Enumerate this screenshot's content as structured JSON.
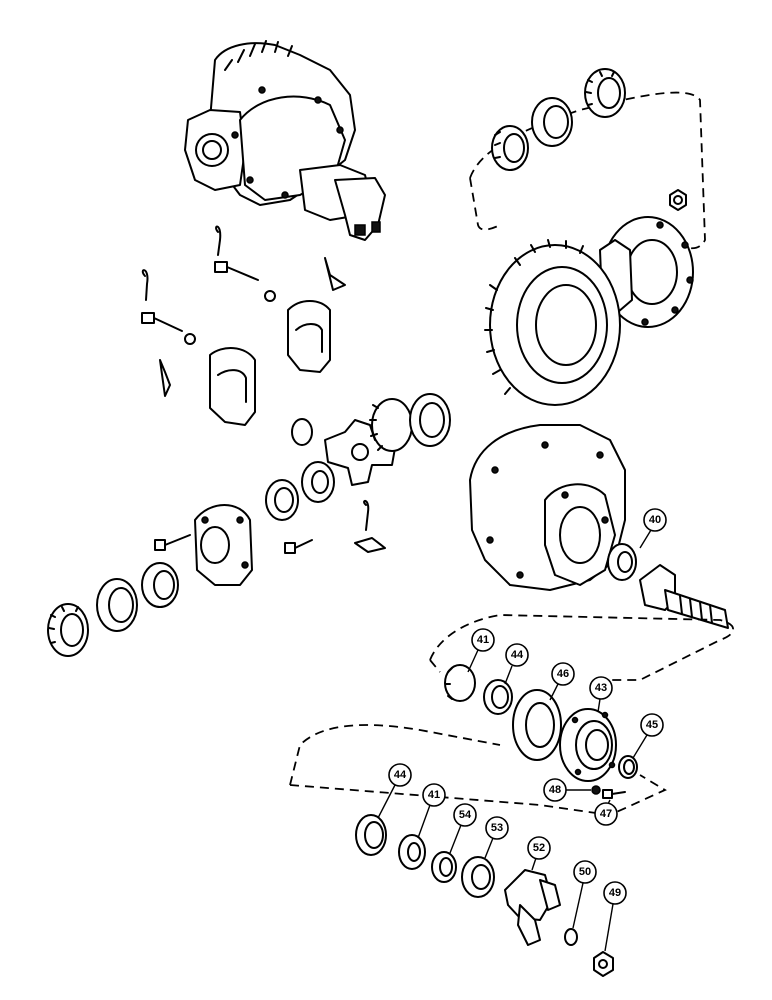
{
  "callouts": [
    {
      "id": "40",
      "label": "40"
    },
    {
      "id": "41a",
      "label": "41"
    },
    {
      "id": "44a",
      "label": "44"
    },
    {
      "id": "46",
      "label": "46"
    },
    {
      "id": "43",
      "label": "43"
    },
    {
      "id": "45",
      "label": "45"
    },
    {
      "id": "48",
      "label": "48"
    },
    {
      "id": "47",
      "label": "47"
    },
    {
      "id": "44b",
      "label": "44"
    },
    {
      "id": "41b",
      "label": "41"
    },
    {
      "id": "54",
      "label": "54"
    },
    {
      "id": "53",
      "label": "53"
    },
    {
      "id": "52",
      "label": "52"
    },
    {
      "id": "50",
      "label": "50"
    },
    {
      "id": "49",
      "label": "49"
    }
  ]
}
